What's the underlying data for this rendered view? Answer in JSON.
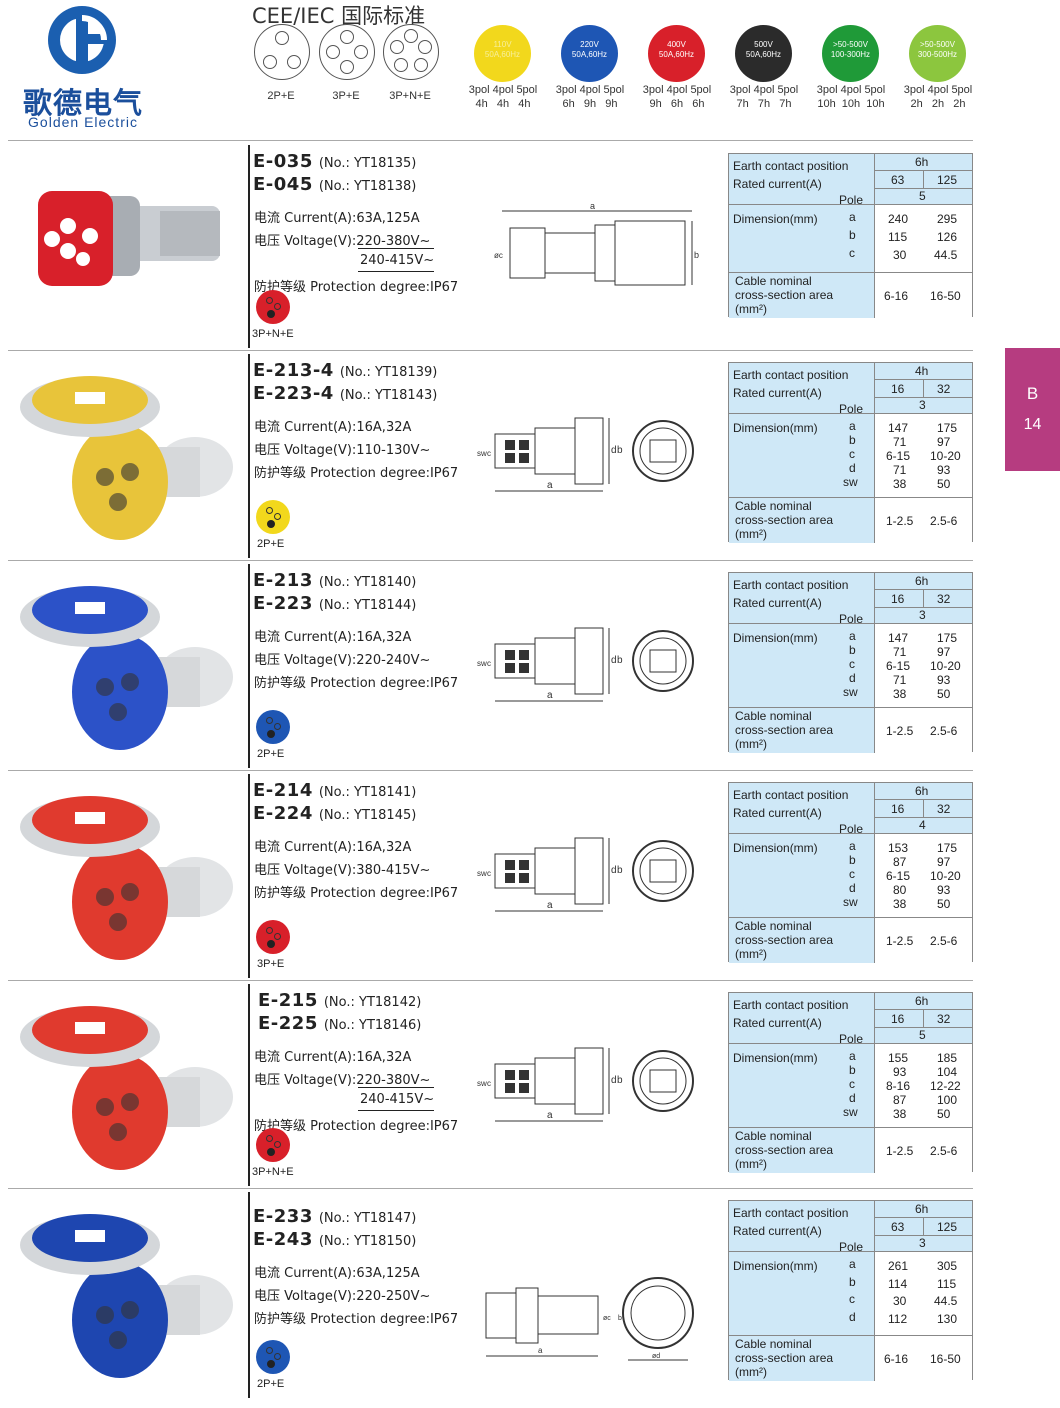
{
  "header": {
    "brand_cn": "歌德电气",
    "brand_en": "Golden Electric",
    "standard_title": "CEE/IEC 国际标准",
    "pin_configs": [
      {
        "label": "2P+E"
      },
      {
        "label": "3P+E"
      },
      {
        "label": "3P+N+E"
      }
    ],
    "voltage_codes": [
      {
        "line1": "110V",
        "line2": "50A,60Hz",
        "color": "#f2d81c",
        "text_color": "#f7ef9a",
        "poles": "3pol 4pol 5pol",
        "hours": "4h   4h   4h"
      },
      {
        "line1": "220V",
        "line2": "50A,60Hz",
        "color": "#1e56b4",
        "text_color": "#ffffff",
        "poles": "3pol 4pol 5pol",
        "hours": "6h   9h   9h"
      },
      {
        "line1": "400V",
        "line2": "50A,60Hz",
        "color": "#d8202a",
        "text_color": "#ffffff",
        "poles": "3pol 4pol 5pol",
        "hours": "9h   6h   6h"
      },
      {
        "line1": "500V",
        "line2": "50A,60Hz",
        "color": "#2b2b2b",
        "text_color": "#ffffff",
        "poles": "3pol 4pol 5pol",
        "hours": "7h   7h   7h"
      },
      {
        "line1": ">50-500V",
        "line2": "100-300Hz",
        "color": "#1f9a38",
        "text_color": "#ffffff",
        "poles": "3pol 4pol 5pol",
        "hours": "10h  10h  10h"
      },
      {
        "line1": ">50-500V",
        "line2": "300-500Hz",
        "color": "#8cc63e",
        "text_color": "#ffffff",
        "poles": "3pol 4pol 5pol",
        "hours": "2h   2h   2h"
      }
    ]
  },
  "side_tab": {
    "letter": "B",
    "number": "14"
  },
  "table_labels": {
    "earth": "Earth contact position",
    "rated": "Rated current(A)",
    "pole": "Pole",
    "dimension": "Dimension(mm)",
    "cable1": "Cable nominal",
    "cable2": "cross-section area",
    "cable3": "(mm²)"
  },
  "sections": [
    {
      "models": [
        {
          "code": "E-035",
          "no": "(No.:  YT18135)"
        },
        {
          "code": "E-045",
          "no": "(No.:  YT18138)"
        }
      ],
      "current": "电流 Current(A):63A,125A",
      "voltage": "电压 Voltage(V):220-380V~",
      "voltage2": "240-415V~",
      "protection": "防护等级 Protection degree:IP67",
      "icon_color": "#d8202a",
      "icon_label": "3P+N+E",
      "body_color": "#d8202a",
      "table": {
        "earth": "6h",
        "rated": [
          "63",
          "125"
        ],
        "pole": "5",
        "dim_keys": [
          "a",
          "b",
          "c"
        ],
        "dim_vals": [
          [
            "240",
            "295"
          ],
          [
            "115",
            "126"
          ],
          [
            "30",
            "44.5"
          ]
        ],
        "cable": [
          "6-16",
          "16-50"
        ]
      }
    },
    {
      "models": [
        {
          "code": "E-213-4",
          "no": "(No.:  YT18139)"
        },
        {
          "code": "E-223-4",
          "no": "(No.:  YT18143)"
        }
      ],
      "current": "电流 Current(A):16A,32A",
      "voltage": "电压 Voltage(V):110-130V~",
      "voltage2": "",
      "protection": "防护等级 Protection degree:IP67",
      "icon_color": "#f2d81c",
      "icon_label": "2P+E",
      "body_color": "#e8c43a",
      "table": {
        "earth": "4h",
        "rated": [
          "16",
          "32"
        ],
        "pole": "3",
        "dim_keys": [
          "a",
          "b",
          "c",
          "d",
          "sw"
        ],
        "dim_vals": [
          [
            "147",
            "175"
          ],
          [
            "71",
            "97"
          ],
          [
            "6-15",
            "10-20"
          ],
          [
            "71",
            "93"
          ],
          [
            "38",
            "50"
          ]
        ],
        "cable": [
          "1-2.5",
          "2.5-6"
        ]
      }
    },
    {
      "models": [
        {
          "code": "E-213",
          "no": "(No.:  YT18140)"
        },
        {
          "code": "E-223",
          "no": "(No.:  YT18144)"
        }
      ],
      "current": "电流 Current(A):16A,32A",
      "voltage": "电压 Voltage(V):220-240V~",
      "voltage2": "",
      "protection": "防护等级 Protection degree:IP67",
      "icon_color": "#1e56b4",
      "icon_label": "2P+E",
      "body_color": "#2c52c8",
      "table": {
        "earth": "6h",
        "rated": [
          "16",
          "32"
        ],
        "pole": "3",
        "dim_keys": [
          "a",
          "b",
          "c",
          "d",
          "sw"
        ],
        "dim_vals": [
          [
            "147",
            "175"
          ],
          [
            "71",
            "97"
          ],
          [
            "6-15",
            "10-20"
          ],
          [
            "71",
            "93"
          ],
          [
            "38",
            "50"
          ]
        ],
        "cable": [
          "1-2.5",
          "2.5-6"
        ]
      }
    },
    {
      "models": [
        {
          "code": "E-214",
          "no": "(No.:  YT18141)"
        },
        {
          "code": "E-224",
          "no": "(No.:  YT18145)"
        }
      ],
      "current": "电流 Current(A):16A,32A",
      "voltage": "电压 Voltage(V):380-415V~",
      "voltage2": "",
      "protection": "防护等级 Protection degree:IP67",
      "icon_color": "#d8202a",
      "icon_label": "3P+E",
      "body_color": "#e03a2e",
      "table": {
        "earth": "6h",
        "rated": [
          "16",
          "32"
        ],
        "pole": "4",
        "dim_keys": [
          "a",
          "b",
          "c",
          "d",
          "sw"
        ],
        "dim_vals": [
          [
            "153",
            "175"
          ],
          [
            "87",
            "97"
          ],
          [
            "6-15",
            "10-20"
          ],
          [
            "80",
            "93"
          ],
          [
            "38",
            "50"
          ]
        ],
        "cable": [
          "1-2.5",
          "2.5-6"
        ]
      }
    },
    {
      "models": [
        {
          "code": "E-215",
          "no": "(No.:  YT18142)"
        },
        {
          "code": "E-225",
          "no": "(No.:  YT18146)"
        }
      ],
      "current": "电流 Current(A):16A,32A",
      "voltage": "电压 Voltage(V):220-380V~",
      "voltage2": "240-415V~",
      "protection": "防护等级 Protection degree:IP67",
      "icon_color": "#d8202a",
      "icon_label": "3P+N+E",
      "body_color": "#e03a2e",
      "table": {
        "earth": "6h",
        "rated": [
          "16",
          "32"
        ],
        "pole": "5",
        "dim_keys": [
          "a",
          "b",
          "c",
          "d",
          "sw"
        ],
        "dim_vals": [
          [
            "155",
            "185"
          ],
          [
            "93",
            "104"
          ],
          [
            "8-16",
            "12-22"
          ],
          [
            "87",
            "100"
          ],
          [
            "38",
            "50"
          ]
        ],
        "cable": [
          "1-2.5",
          "2.5-6"
        ]
      }
    },
    {
      "models": [
        {
          "code": "E-233",
          "no": "(No.:  YT18147)"
        },
        {
          "code": "E-243",
          "no": "(No.:  YT18150)"
        }
      ],
      "current": "电流 Current(A):63A,125A",
      "voltage": "电压 Voltage(V):220-250V~",
      "voltage2": "",
      "protection": "防护等级 Protection degree:IP67",
      "icon_color": "#1e56b4",
      "icon_label": "2P+E",
      "body_color": "#1e46b0",
      "table": {
        "earth": "6h",
        "rated": [
          "63",
          "125"
        ],
        "pole": "3",
        "dim_keys": [
          "a",
          "b",
          "c",
          "d"
        ],
        "dim_vals": [
          [
            "261",
            "305"
          ],
          [
            "114",
            "115"
          ],
          [
            "30",
            "44.5"
          ],
          [
            "112",
            "130"
          ]
        ],
        "cable": [
          "6-16",
          "16-50"
        ]
      }
    }
  ]
}
